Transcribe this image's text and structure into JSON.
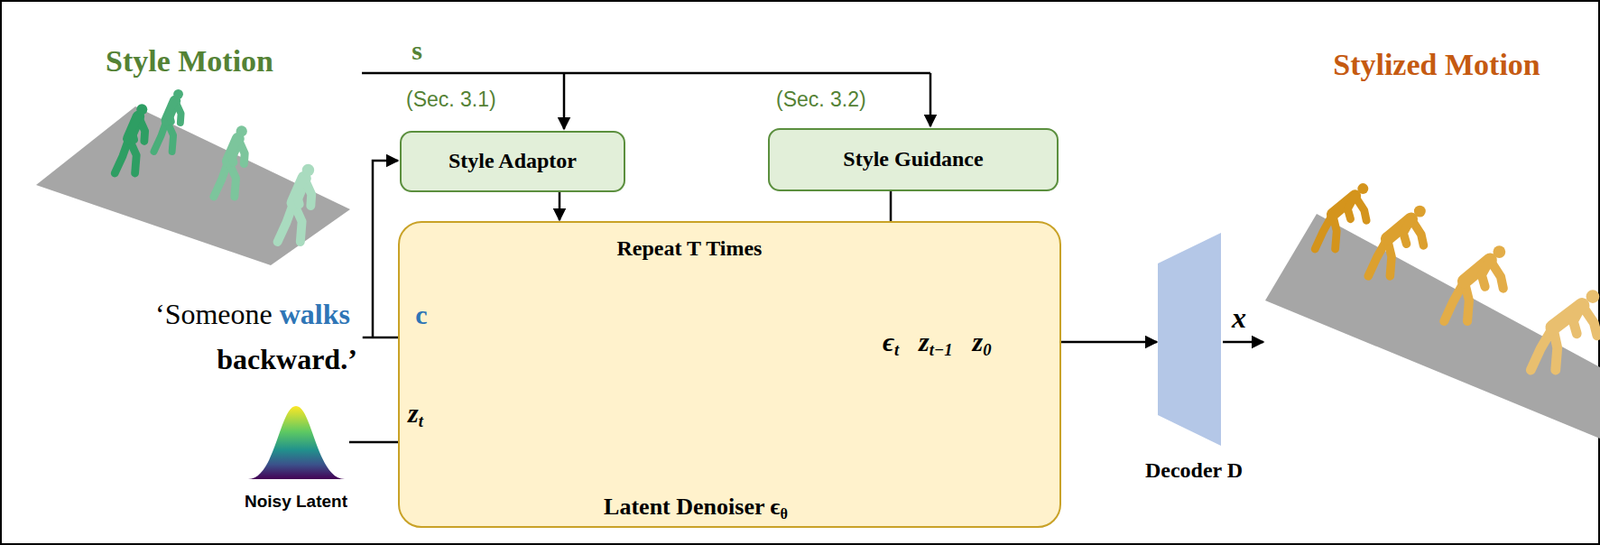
{
  "diagram": {
    "nodes": [
      {
        "text": [
          "Style Adaptor"
        ]
      },
      {
        "text": [
          "Style Guidance"
        ]
      },
      {
        "text": [
          "Repeat T Times",
          "Latent Denoiser ϵθ"
        ]
      },
      {
        "text": [
          "Decoder D"
        ]
      }
    ],
    "edges": [
      {
        "from": 0,
        "to": 2,
        "arrow": "to"
      },
      {
        "from": 1,
        "to": 2,
        "arrow": "to"
      },
      {
        "from": 2,
        "to": 3,
        "arrow": "to"
      }
    ],
    "labels": [
      "Style Motion",
      "s",
      "(Sec. 3.1)",
      "(Sec. 3.2)",
      "‘Someone",
      "walks",
      "backward.’",
      "c",
      "zt",
      "Noisy Latent",
      "ϵt",
      "zt−1",
      "z0",
      "x",
      "Stylized Motion"
    ]
  }
}
